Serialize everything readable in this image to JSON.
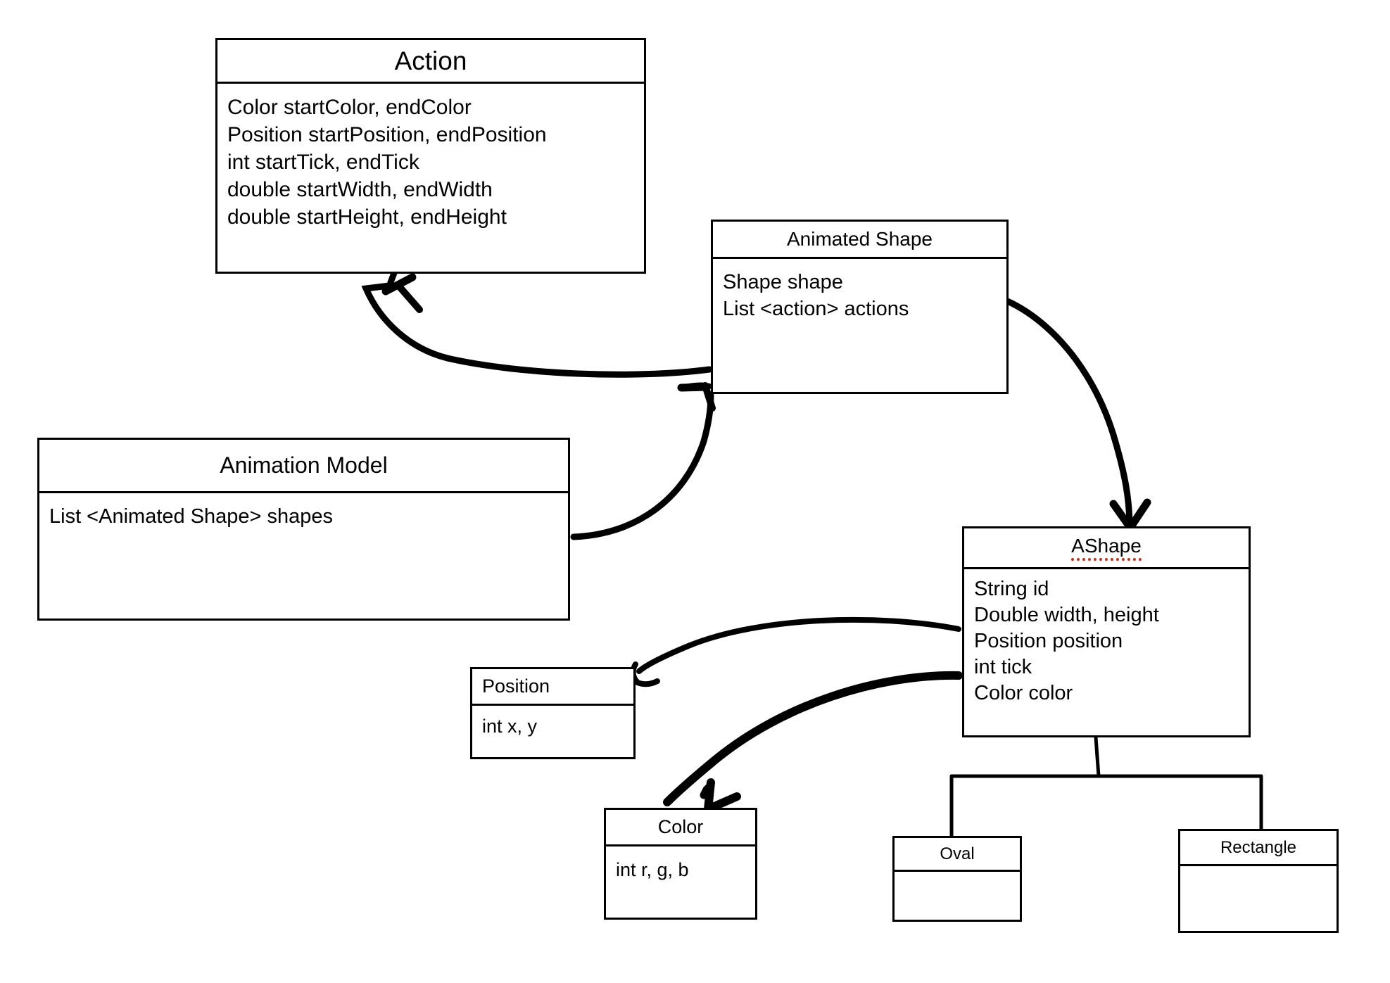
{
  "diagram": {
    "kind": "uml-class-diagram",
    "background": "#ffffff",
    "stroke": "#000000",
    "spellcheck_underline_color": "#cc2b1d"
  },
  "classes": {
    "action": {
      "name": "Action",
      "title_align": "center",
      "attributes": [
        "Color startColor, endColor",
        "Position startPosition, endPosition",
        "int startTick, endTick",
        "double startWidth, endWidth",
        "double startHeight, endHeight"
      ]
    },
    "animated_shape": {
      "name": "Animated Shape",
      "title_align": "center",
      "attributes": [
        "Shape shape",
        "List <action> actions"
      ]
    },
    "animation_model": {
      "name": "Animation Model",
      "title_align": "center",
      "attributes": [
        "List <Animated Shape> shapes"
      ]
    },
    "ashape": {
      "name": "AShape",
      "title_align": "center",
      "misspelled": true,
      "attributes": [
        "String id",
        "Double width, height",
        "Position position",
        "int tick",
        "Color color"
      ]
    },
    "position": {
      "name": "Position",
      "title_align": "left",
      "attributes": [
        "int x, y"
      ]
    },
    "color": {
      "name": "Color",
      "title_align": "center",
      "attributes": [
        "int r, g, b"
      ]
    },
    "oval": {
      "name": "Oval",
      "title_align": "center",
      "attributes": []
    },
    "rectangle": {
      "name": "Rectangle",
      "title_align": "center",
      "attributes": []
    }
  },
  "connections": [
    {
      "id": "animated-shape-to-action",
      "from": "animated_shape",
      "to": "action",
      "style": "hand-drawn-curved-arrow"
    },
    {
      "id": "animation-model-to-animated-shape",
      "from": "animation_model",
      "to": "animated_shape",
      "style": "hand-drawn-curved-arrow"
    },
    {
      "id": "animated-shape-to-ashape",
      "from": "animated_shape",
      "to": "ashape",
      "style": "hand-drawn-curved-arrow"
    },
    {
      "id": "ashape-to-position",
      "from": "ashape",
      "to": "position",
      "style": "hand-drawn-curved-arrow"
    },
    {
      "id": "ashape-to-color",
      "from": "ashape",
      "to": "color",
      "style": "hand-drawn-curved-arrow"
    },
    {
      "id": "ashape-to-oval",
      "from": "ashape",
      "to": "oval",
      "style": "tree-connector"
    },
    {
      "id": "ashape-to-rectangle",
      "from": "ashape",
      "to": "rectangle",
      "style": "tree-connector"
    }
  ]
}
